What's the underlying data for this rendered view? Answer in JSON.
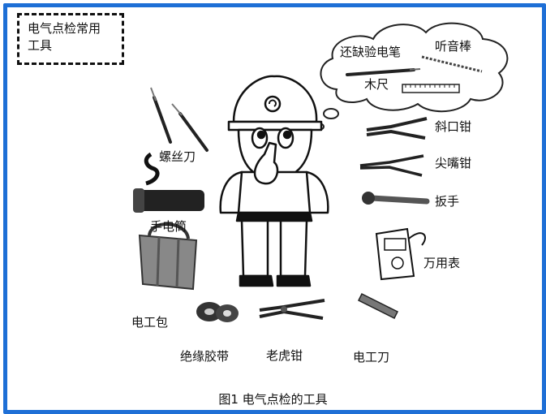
{
  "title": {
    "line1": "电气点检常用",
    "line2": "工具"
  },
  "labels": {
    "screwdriver": "螺丝刀",
    "flashlight": "手电筒",
    "tool_bag": "电工包",
    "insulating_tape": "绝缘胶带",
    "pliers": "老虎钳",
    "knife": "电工刀",
    "multimeter": "万用表",
    "wrench": "扳手",
    "needle_nose": "尖嘴钳",
    "diagonal": "斜口钳",
    "missing_pen": "还缺验电笔",
    "stick": "听音棒",
    "ruler": "木尺"
  },
  "caption": "图1 电气点检的工具",
  "colors": {
    "frame": "#1e6fd6",
    "ink": "#111111",
    "metal": "#777777"
  }
}
